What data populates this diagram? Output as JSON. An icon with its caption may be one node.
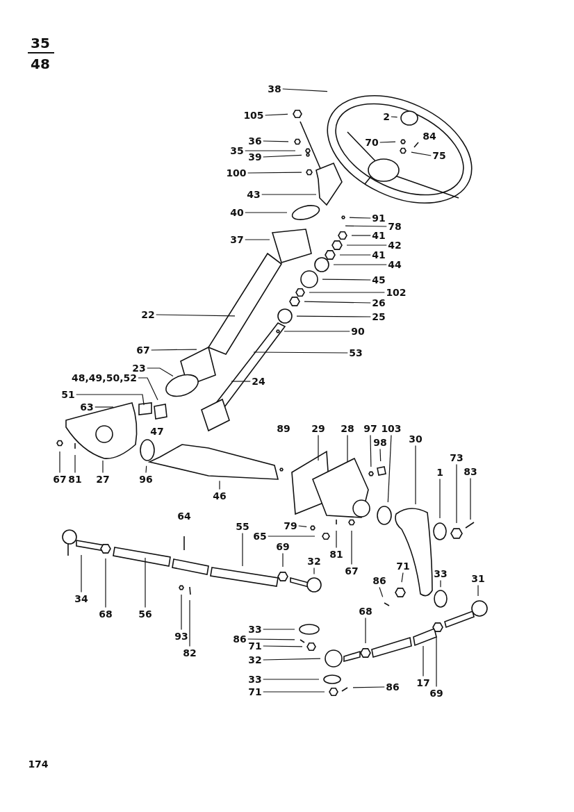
{
  "diagram": {
    "nodes": [
      {
        "text": [
          "38"
        ]
      },
      {
        "text": [
          "105"
        ]
      },
      {
        "text": [
          "2"
        ]
      },
      {
        "text": [
          "70"
        ]
      },
      {
        "text": [
          "75"
        ]
      },
      {
        "text": [
          "36"
        ]
      },
      {
        "text": [
          "35"
        ]
      },
      {
        "text": [
          "39"
        ]
      },
      {
        "text": [
          "100"
        ]
      },
      {
        "text": [
          "43"
        ]
      },
      {
        "text": [
          "40"
        ]
      },
      {
        "text": [
          "37"
        ]
      },
      {
        "text": [
          "91"
        ]
      },
      {
        "text": [
          "78"
        ]
      },
      {
        "text": [
          "41"
        ]
      },
      {
        "text": [
          "42"
        ]
      },
      {
        "text": [
          "41"
        ]
      },
      {
        "text": [
          "44"
        ]
      },
      {
        "text": [
          "45"
        ]
      },
      {
        "text": [
          "102"
        ]
      },
      {
        "text": [
          "26"
        ]
      },
      {
        "text": [
          "25"
        ]
      },
      {
        "text": [
          "22"
        ]
      },
      {
        "text": [
          "90"
        ]
      },
      {
        "text": [
          "53"
        ]
      },
      {
        "text": [
          "67"
        ]
      },
      {
        "text": [
          "23"
        ]
      },
      {
        "text": [
          "48,49,50,52"
        ]
      },
      {
        "text": [
          "51"
        ]
      },
      {
        "text": [
          "63"
        ]
      },
      {
        "text": [
          "24"
        ]
      },
      {
        "text": [
          "67"
        ]
      },
      {
        "text": [
          "81"
        ]
      },
      {
        "text": [
          "27"
        ]
      },
      {
        "text": [
          "96"
        ]
      },
      {
        "text": [
          "46"
        ]
      },
      {
        "text": [
          "29"
        ]
      },
      {
        "text": [
          "28"
        ]
      },
      {
        "text": [
          "97"
        ]
      },
      {
        "text": [
          "98"
        ]
      },
      {
        "text": [
          "103"
        ]
      },
      {
        "text": [
          "30"
        ]
      },
      {
        "text": [
          "1"
        ]
      },
      {
        "text": [
          "73"
        ]
      },
      {
        "text": [
          "83"
        ]
      },
      {
        "text": [
          "79"
        ]
      },
      {
        "text": [
          "65"
        ]
      },
      {
        "text": [
          "81"
        ]
      },
      {
        "text": [
          "67"
        ]
      },
      {
        "text": [
          "55"
        ]
      },
      {
        "text": [
          "69"
        ]
      },
      {
        "text": [
          "32"
        ]
      },
      {
        "text": [
          "34"
        ]
      },
      {
        "text": [
          "68"
        ]
      },
      {
        "text": [
          "56"
        ]
      },
      {
        "text": [
          "93"
        ]
      },
      {
        "text": [
          "82"
        ]
      },
      {
        "text": [
          "33"
        ]
      },
      {
        "text": [
          "86"
        ]
      },
      {
        "text": [
          "71"
        ]
      },
      {
        "text": [
          "32"
        ]
      },
      {
        "text": [
          "33"
        ]
      },
      {
        "text": [
          "71"
        ]
      },
      {
        "text": [
          "86"
        ]
      },
      {
        "text": [
          "17"
        ]
      },
      {
        "text": [
          "69"
        ]
      },
      {
        "text": [
          "68"
        ]
      },
      {
        "text": [
          "71"
        ]
      },
      {
        "text": [
          "86"
        ]
      },
      {
        "text": [
          "33"
        ]
      },
      {
        "text": [
          "31"
        ]
      }
    ],
    "edges": [
      {
        "from": 0,
        "to": null,
        "arrow": "none"
      },
      {
        "from": 1,
        "to": null,
        "arrow": "none"
      },
      {
        "from": 2,
        "to": null,
        "arrow": "none"
      },
      {
        "from": 3,
        "to": null,
        "arrow": "none"
      },
      {
        "from": 4,
        "to": null,
        "arrow": "none"
      },
      {
        "from": 5,
        "to": null,
        "arrow": "none"
      },
      {
        "from": 6,
        "to": null,
        "arrow": "none"
      },
      {
        "from": 7,
        "to": null,
        "arrow": "none"
      },
      {
        "from": 8,
        "to": null,
        "arrow": "none"
      },
      {
        "from": 9,
        "to": null,
        "arrow": "none"
      },
      {
        "from": 10,
        "to": null,
        "arrow": "none"
      },
      {
        "from": 11,
        "to": null,
        "arrow": "none"
      },
      {
        "from": 12,
        "to": null,
        "arrow": "none"
      },
      {
        "from": 13,
        "to": null,
        "arrow": "none"
      },
      {
        "from": 14,
        "to": null,
        "arrow": "none"
      },
      {
        "from": 15,
        "to": null,
        "arrow": "none"
      },
      {
        "from": 16,
        "to": null,
        "arrow": "none"
      },
      {
        "from": 17,
        "to": null,
        "arrow": "none"
      },
      {
        "from": 18,
        "to": null,
        "arrow": "none"
      },
      {
        "from": 19,
        "to": null,
        "arrow": "none"
      },
      {
        "from": 20,
        "to": null,
        "arrow": "none"
      },
      {
        "from": 21,
        "to": null,
        "arrow": "none"
      },
      {
        "from": 22,
        "to": null,
        "arrow": "none"
      },
      {
        "from": 23,
        "to": null,
        "arrow": "none"
      },
      {
        "from": 24,
        "to": null,
        "arrow": "none"
      },
      {
        "from": 25,
        "to": null,
        "arrow": "none"
      },
      {
        "from": 26,
        "to": null,
        "arrow": "none"
      },
      {
        "from": 27,
        "to": null,
        "arrow": "none"
      },
      {
        "from": 28,
        "to": null,
        "arrow": "none"
      },
      {
        "from": 29,
        "to": null,
        "arrow": "none"
      },
      {
        "from": 30,
        "to": null,
        "arrow": "none"
      },
      {
        "from": 31,
        "to": null,
        "arrow": "none"
      },
      {
        "from": 32,
        "to": null,
        "arrow": "none"
      },
      {
        "from": 33,
        "to": null,
        "arrow": "none"
      },
      {
        "from": 34,
        "to": null,
        "arrow": "none"
      },
      {
        "from": 35,
        "to": null,
        "arrow": "none"
      },
      {
        "from": 36,
        "to": null,
        "arrow": "none"
      },
      {
        "from": 37,
        "to": null,
        "arrow": "none"
      },
      {
        "from": 38,
        "to": null,
        "arrow": "none"
      },
      {
        "from": 39,
        "to": null,
        "arrow": "none"
      },
      {
        "from": 40,
        "to": null,
        "arrow": "none"
      },
      {
        "from": 41,
        "to": null,
        "arrow": "none"
      },
      {
        "from": 42,
        "to": null,
        "arrow": "none"
      },
      {
        "from": 43,
        "to": null,
        "arrow": "none"
      },
      {
        "from": 44,
        "to": null,
        "arrow": "none"
      },
      {
        "from": 45,
        "to": null,
        "arrow": "none"
      },
      {
        "from": 46,
        "to": null,
        "arrow": "none"
      },
      {
        "from": 47,
        "to": null,
        "arrow": "none"
      },
      {
        "from": 48,
        "to": null,
        "arrow": "none"
      },
      {
        "from": 49,
        "to": null,
        "arrow": "none"
      },
      {
        "from": 50,
        "to": null,
        "arrow": "none"
      },
      {
        "from": 51,
        "to": null,
        "arrow": "none"
      },
      {
        "from": 52,
        "to": null,
        "arrow": "none"
      },
      {
        "from": 53,
        "to": null,
        "arrow": "none"
      },
      {
        "from": 54,
        "to": null,
        "arrow": "none"
      },
      {
        "from": 55,
        "to": null,
        "arrow": "none"
      },
      {
        "from": 56,
        "to": null,
        "arrow": "none"
      },
      {
        "from": 57,
        "to": null,
        "arrow": "none"
      },
      {
        "from": 58,
        "to": null,
        "arrow": "none"
      },
      {
        "from": 59,
        "to": null,
        "arrow": "none"
      },
      {
        "from": 60,
        "to": null,
        "arrow": "none"
      },
      {
        "from": 61,
        "to": null,
        "arrow": "none"
      },
      {
        "from": 62,
        "to": null,
        "arrow": "none"
      },
      {
        "from": 63,
        "to": null,
        "arrow": "none"
      },
      {
        "from": 64,
        "to": null,
        "arrow": "none"
      },
      {
        "from": 65,
        "to": null,
        "arrow": "none"
      },
      {
        "from": 66,
        "to": null,
        "arrow": "none"
      },
      {
        "from": 67,
        "to": null,
        "arrow": "none"
      },
      {
        "from": 68,
        "to": null,
        "arrow": "none"
      },
      {
        "from": 69,
        "to": null,
        "arrow": "none"
      },
      {
        "from": 70,
        "to": null,
        "arrow": "none"
      }
    ],
    "labels": [
      "35",
      "48",
      "84",
      "47",
      "89",
      "64",
      "174"
    ]
  }
}
